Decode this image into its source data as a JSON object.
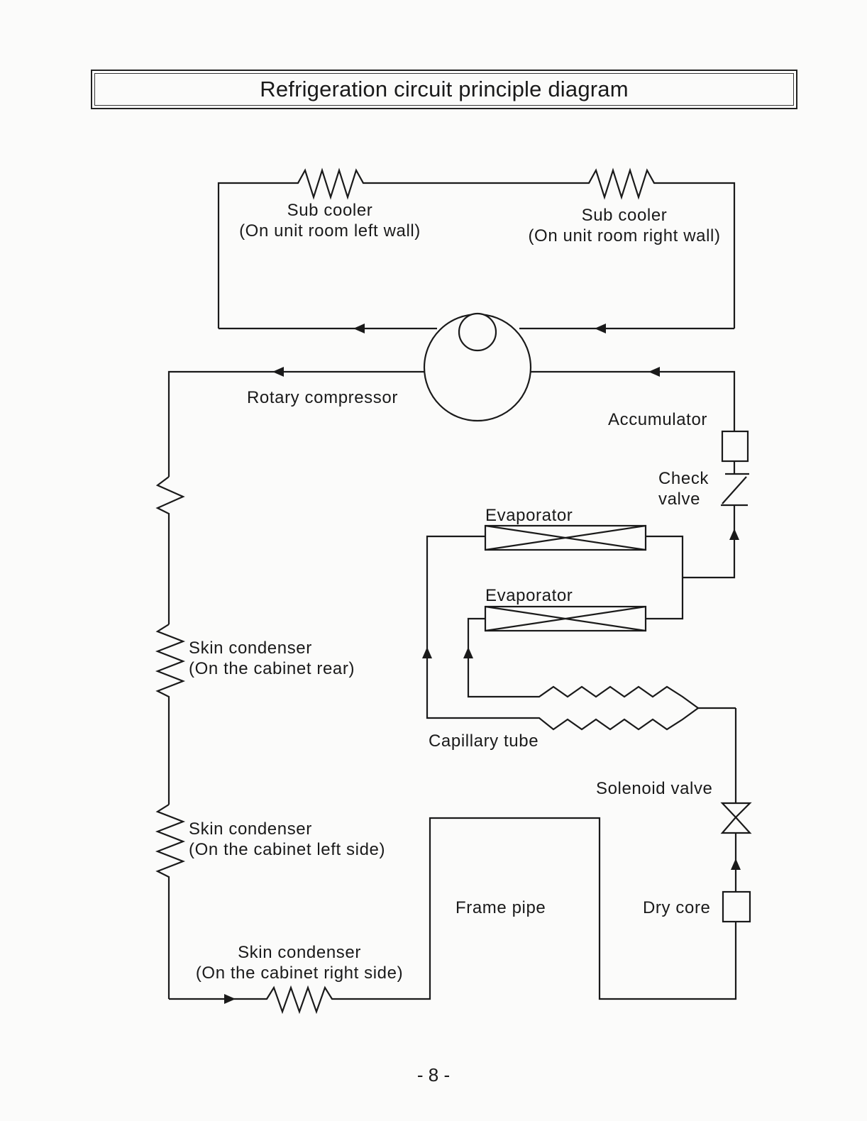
{
  "title": "Refrigeration circuit principle diagram",
  "labels": {
    "sub_cooler_left": [
      "Sub cooler",
      "(On unit room left wall)"
    ],
    "sub_cooler_right": [
      "Sub cooler",
      "(On unit room right wall)"
    ],
    "rotary_compressor": "Rotary compressor",
    "accumulator": "Accumulator",
    "check_valve": [
      "Check",
      "valve"
    ],
    "evaporator_top": "Evaporator",
    "evaporator_bottom": "Evaporator",
    "skin_condenser_rear": [
      "Skin condenser",
      "(On the cabinet rear)"
    ],
    "capillary_tube": "Capillary tube",
    "solenoid_valve": "Solenoid valve",
    "skin_condenser_left": [
      "Skin condenser",
      "(On the cabinet left side)"
    ],
    "frame_pipe": "Frame pipe",
    "dry_core": "Dry core",
    "skin_condenser_right": [
      "Skin condenser",
      "(On the cabinet right side)"
    ]
  },
  "page_number": "- 8 -"
}
